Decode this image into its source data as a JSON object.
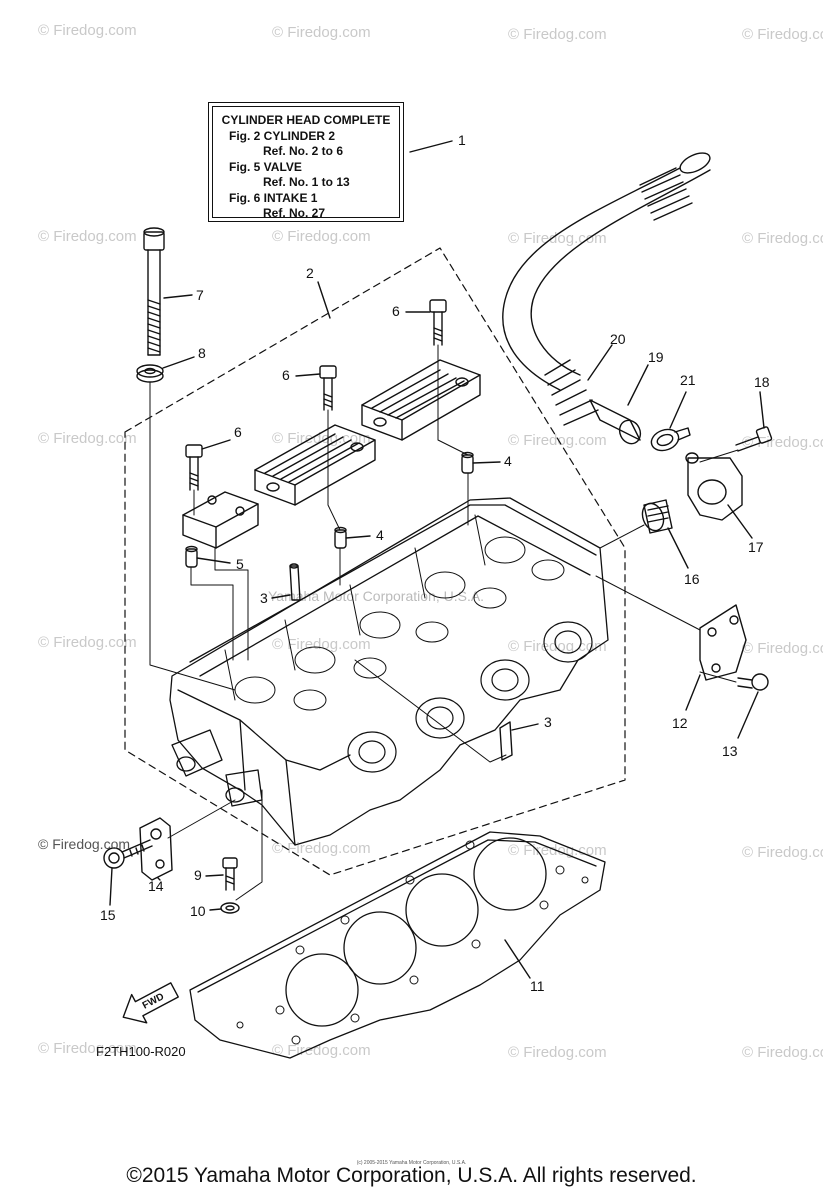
{
  "watermark_text": "© Firedog.com",
  "center_watermark": "Yamaha Motor Corporation, U.S.A.",
  "info_box": {
    "title": "CYLINDER HEAD COMPLETE",
    "lines": [
      {
        "fig": "Fig.  2 CYLINDER 2",
        "ref": "Ref. No. 2 to 6"
      },
      {
        "fig": "Fig.  5 VALVE",
        "ref": "Ref. No. 1 to 13"
      },
      {
        "fig": "Fig.  6 INTAKE 1",
        "ref": "Ref. No. 27"
      }
    ]
  },
  "callouts": [
    "1",
    "2",
    "3",
    "3",
    "4",
    "4",
    "5",
    "6",
    "6",
    "6",
    "7",
    "8",
    "9",
    "10",
    "11",
    "12",
    "13",
    "14",
    "15",
    "16",
    "17",
    "18",
    "19",
    "20",
    "21"
  ],
  "fwd_label": "FWD",
  "diagram_code": "F2TH100-R020",
  "copyright": "©2015 Yamaha Motor Corporation, U.S.A. All rights reserved.",
  "tiny_copyright": "(c) 2005-2015 Yamaha Motor Corporation, U.S.A.",
  "firedog_mark": "© Firedog.com"
}
